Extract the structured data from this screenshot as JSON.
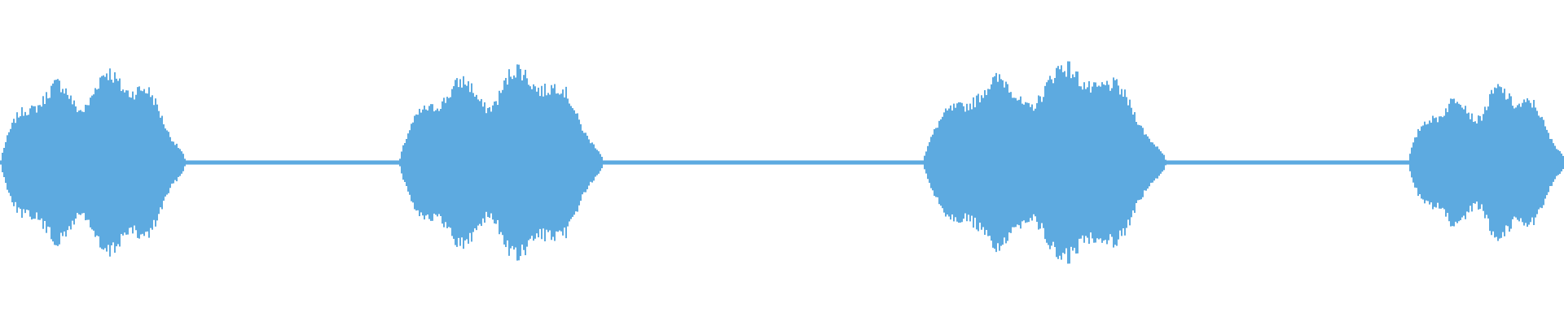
{
  "waveform": {
    "color": "#5DAAE0",
    "background": "#FFFFFF",
    "segments": [
      {
        "start": 0.0,
        "end": 0.118,
        "peak": 0.83
      },
      {
        "start": 0.255,
        "end": 0.385,
        "peak": 0.86
      },
      {
        "start": 0.59,
        "end": 0.745,
        "peak": 0.88
      },
      {
        "start": 0.9,
        "end": 1.0,
        "peak": 0.68
      }
    ],
    "baseline_level": 0.015
  }
}
